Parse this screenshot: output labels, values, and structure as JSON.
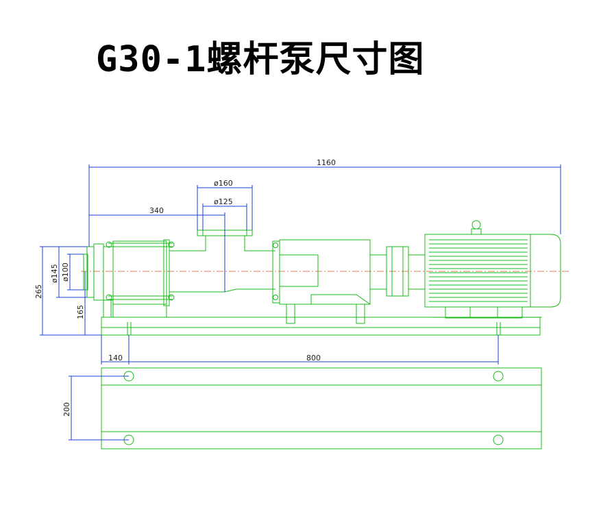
{
  "title": "G30-1螺杆泵尺寸图",
  "colors": {
    "outline": "#17b817",
    "dimension": "#1a3fd6",
    "centerline": "#d4551c",
    "text": "#1f1f1f"
  },
  "dimensions": {
    "overall_length": "1160",
    "outlet_outer_diameter": "ø160",
    "outlet_inner_diameter": "ø125",
    "outlet_offset": "340",
    "inlet_outer_diameter": "ø145",
    "inlet_inner_diameter": "ø100",
    "overall_height": "265",
    "center_height": "165",
    "base_edge_to_hole": "140",
    "hole_spacing_length": "800",
    "hole_spacing_width": "200"
  }
}
